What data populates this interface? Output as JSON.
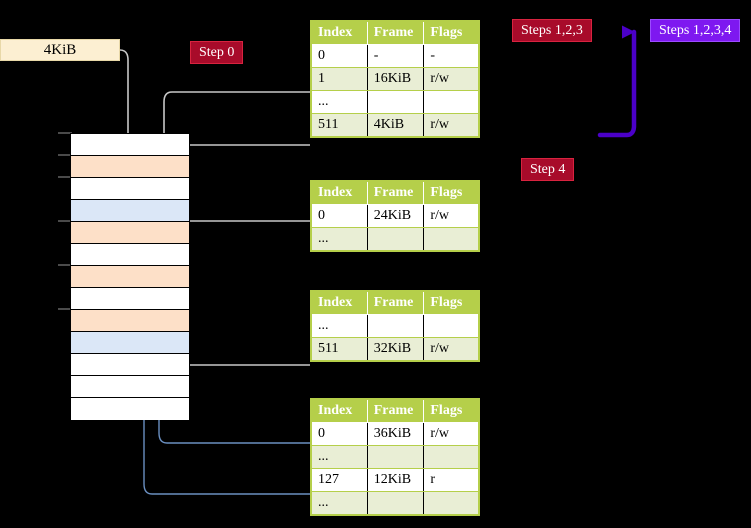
{
  "diagram": {
    "title_box": {
      "label": "4KiB"
    },
    "badges": {
      "step0": "Step 0",
      "steps123": "Steps 1,2,3",
      "steps1234": "Steps 1,2,3,4",
      "step4": "Step 4"
    },
    "colors": {
      "table_header_bg": "#b5cf4a",
      "table_alt_row_bg": "#e9eed5",
      "highlight_bg": "#fbf79a",
      "badge_red_bg": "#a80b2a",
      "badge_purple_bg": "#7e18f0",
      "memory_orange": "#fde0c8",
      "memory_blue": "#dbe7f7",
      "kib_box_bg": "#fcefd2",
      "arrow_gray": "#c8c8c8",
      "arrow_blue": "#6a8fc0",
      "purple_arrow": "#4b00c8"
    },
    "columns": [
      "Index",
      "Frame",
      "Flags"
    ],
    "page_tables": [
      {
        "name": "level0-table",
        "rows": [
          {
            "index": "0",
            "frame": "-",
            "flags": "-",
            "alt": false,
            "highlight": false
          },
          {
            "index": "1",
            "frame": "16KiB",
            "flags": "r/w",
            "alt": true,
            "highlight": false
          },
          {
            "index": "...",
            "frame": "",
            "flags": "",
            "alt": false,
            "highlight": false
          },
          {
            "index": "511",
            "frame": "4KiB",
            "flags": "r/w",
            "alt": true,
            "highlight": true
          }
        ]
      },
      {
        "name": "level1-table",
        "rows": [
          {
            "index": "0",
            "frame": "24KiB",
            "flags": "r/w",
            "alt": false,
            "highlight": false
          },
          {
            "index": "...",
            "frame": "",
            "flags": "",
            "alt": true,
            "highlight": false
          }
        ]
      },
      {
        "name": "level2-table",
        "rows": [
          {
            "index": "...",
            "frame": "",
            "flags": "",
            "alt": false,
            "highlight": false
          },
          {
            "index": "511",
            "frame": "32KiB",
            "flags": "r/w",
            "alt": true,
            "highlight": false
          }
        ]
      },
      {
        "name": "level3-table",
        "rows": [
          {
            "index": "0",
            "frame": "36KiB",
            "flags": "r/w",
            "alt": false,
            "highlight": false
          },
          {
            "index": "...",
            "frame": "",
            "flags": "",
            "alt": true,
            "highlight": false
          },
          {
            "index": "127",
            "frame": "12KiB",
            "flags": "r",
            "alt": false,
            "highlight": false
          },
          {
            "index": "...",
            "frame": "",
            "flags": "",
            "alt": true,
            "highlight": false
          }
        ]
      }
    ],
    "memory_rows": [
      {
        "fill": "white"
      },
      {
        "fill": "orange"
      },
      {
        "fill": "white"
      },
      {
        "fill": "blue"
      },
      {
        "fill": "orange"
      },
      {
        "fill": "white"
      },
      {
        "fill": "orange"
      },
      {
        "fill": "white"
      },
      {
        "fill": "orange"
      },
      {
        "fill": "blue"
      },
      {
        "fill": "white"
      },
      {
        "fill": "white"
      },
      {
        "fill": "white"
      }
    ]
  }
}
